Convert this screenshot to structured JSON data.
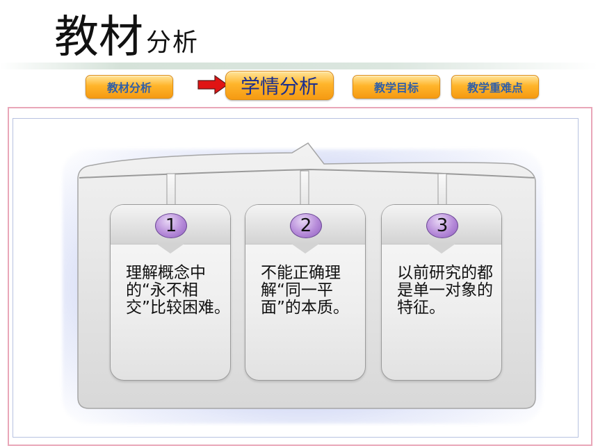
{
  "title": {
    "main": "教材",
    "sub": "分析"
  },
  "nav": [
    {
      "label": "教材分析",
      "active": false
    },
    {
      "label": "学情分析",
      "active": true
    },
    {
      "label": "教学目标",
      "active": false
    },
    {
      "label": "教学重难点",
      "active": false
    }
  ],
  "cards": [
    {
      "number": "1",
      "text": "理解概念中的“永不相交”比较困难。"
    },
    {
      "number": "2",
      "text": "不能正确理解“同一平面”的本质。"
    },
    {
      "number": "3",
      "text": "以前研究的都是单一对象的特征。"
    }
  ],
  "colors": {
    "tab_fill": "#ffb52b",
    "tab_text": "#2f5fa8",
    "arrow": "#e01414",
    "badge": "#b68bd9",
    "frame_border": "#e9a6b8"
  },
  "icons": {
    "arrow": "right-arrow-icon"
  }
}
